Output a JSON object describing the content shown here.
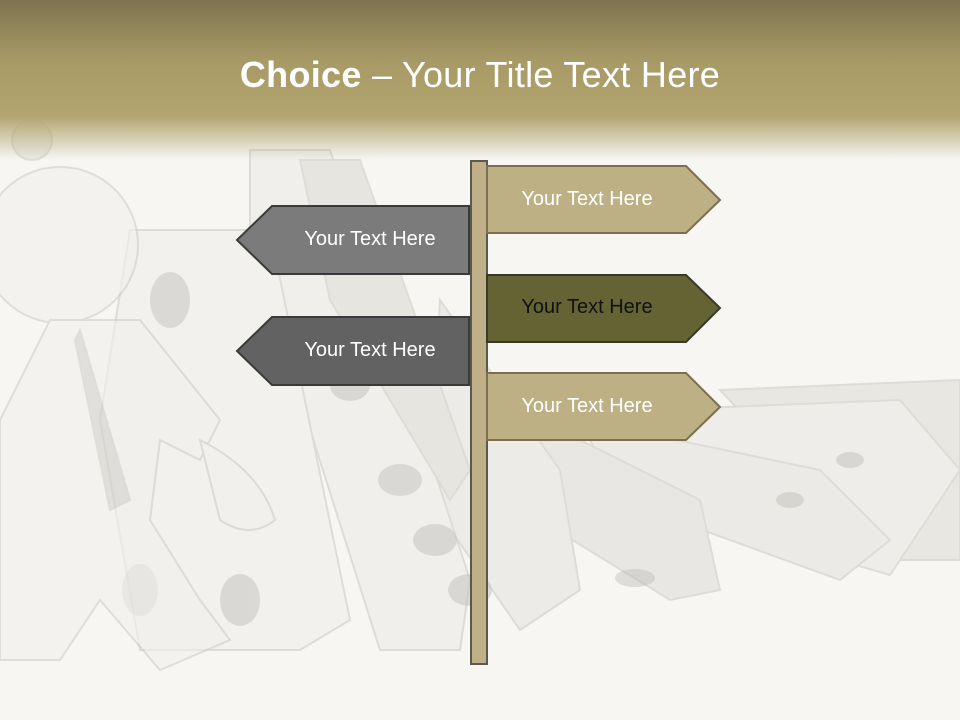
{
  "slide": {
    "title_bold": "Choice",
    "title_rest": " – Your Title Text Here"
  },
  "signs": [
    {
      "label": "Your Text Here",
      "direction": "right",
      "color": "#bdb085",
      "text_color": "#ffffff"
    },
    {
      "label": "Your Text Here",
      "direction": "left",
      "color": "#7b7b7b",
      "text_color": "#ffffff"
    },
    {
      "label": "Your Text Here",
      "direction": "right",
      "color": "#636334",
      "text_color": "#111111"
    },
    {
      "label": "Your Text Here",
      "direction": "left",
      "color": "#626262",
      "text_color": "#ffffff"
    },
    {
      "label": "Your Text Here",
      "direction": "right",
      "color": "#bdb085",
      "text_color": "#ffffff"
    }
  ],
  "colors": {
    "title_bar_top": "#7d7350",
    "title_bar_bottom": "#b2a46e",
    "pole": "#bfb089",
    "outline": "#5a5a4a"
  }
}
